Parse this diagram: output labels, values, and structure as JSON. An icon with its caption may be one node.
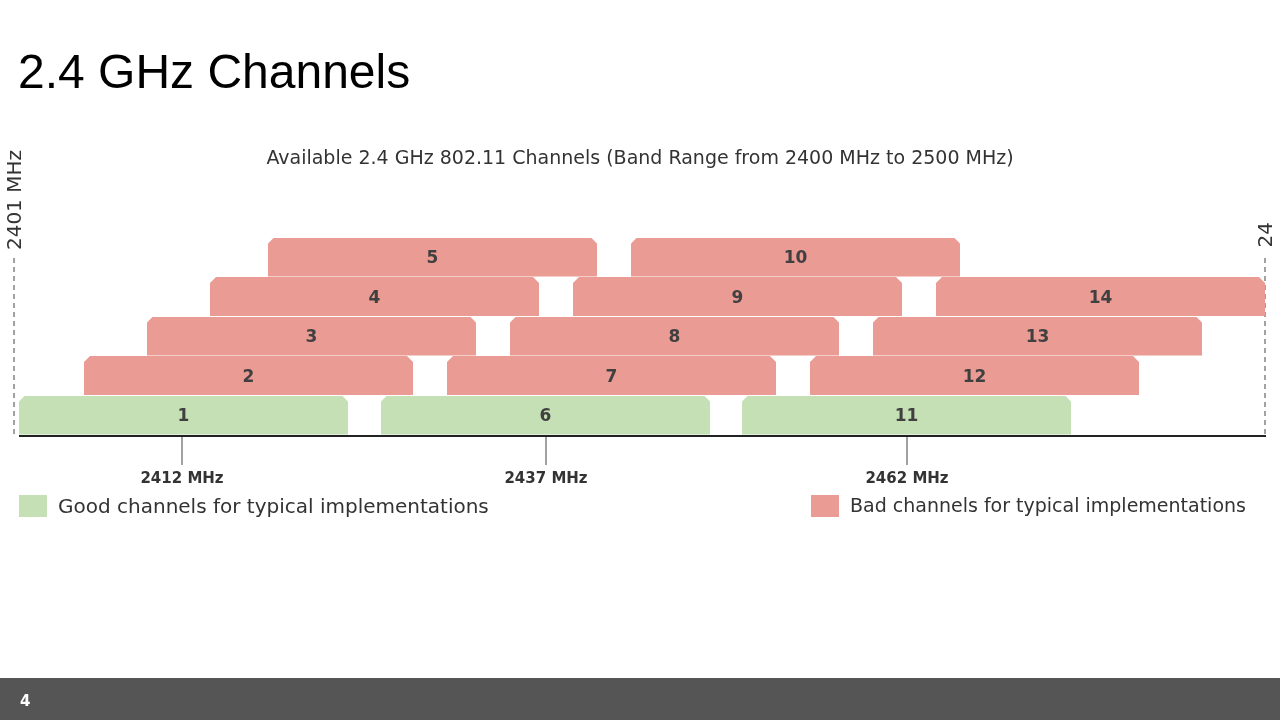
{
  "diagram": {
    "title": "2.4 GHz Channels",
    "nodes": [
      {
        "text": [
          "1"
        ],
        "beside": [
          "2412 MHz"
        ]
      },
      {
        "text": [
          "2"
        ]
      },
      {
        "text": [
          "3"
        ]
      },
      {
        "text": [
          "4"
        ]
      },
      {
        "text": [
          "5"
        ]
      },
      {
        "text": [
          "6"
        ],
        "beside": [
          "2437 MHz"
        ]
      },
      {
        "text": [
          "7"
        ]
      },
      {
        "text": [
          "8"
        ]
      },
      {
        "text": [
          "9"
        ]
      },
      {
        "text": [
          "10"
        ]
      },
      {
        "text": [
          "11"
        ],
        "beside": [
          "2462 MHz"
        ]
      },
      {
        "text": [
          "12"
        ]
      },
      {
        "text": [
          "13"
        ]
      },
      {
        "text": [
          "14"
        ]
      }
    ],
    "labels": [
      "Available 2.4 GHz 802.11 Channels (Band Range from 2400 MHz to 2500 MHz)",
      "2401 MHz",
      "24",
      "4"
    ],
    "legend": [
      {
        "text": "Good channels for typical implementations",
        "color": "#c5e0b4"
      },
      {
        "text": "Bad channels for typical implementations",
        "color": "#ea9b93"
      }
    ]
  }
}
